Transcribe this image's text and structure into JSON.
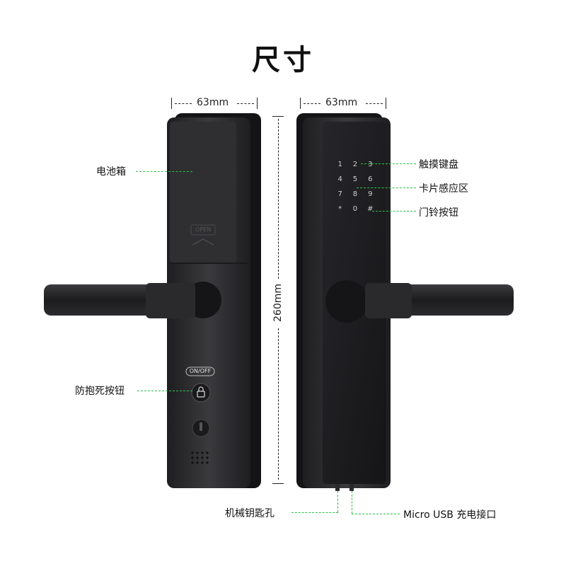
{
  "title": "尺寸",
  "dimensions": {
    "width_left": "63mm",
    "width_right": "63mm",
    "height": "260mm"
  },
  "labels": {
    "battery_box": "电池箱",
    "anti_hug_button": "防抱死按钮",
    "touch_keypad": "触摸键盘",
    "card_area": "卡片感应区",
    "doorbell_button": "门铃按钮",
    "mechanical_keyhole": "机械钥匙孔",
    "micro_usb": "Micro USB 充电接口"
  },
  "lock_text": {
    "on_off": "ON/OFF",
    "open": "OPEN"
  },
  "keypad": [
    "1",
    "2",
    "3",
    "4",
    "5",
    "6",
    "7",
    "8",
    "9",
    "*",
    "0",
    "#"
  ],
  "colors": {
    "lock_body": "#2b2b2d",
    "panel_glass": "#1c1c1f",
    "leader_line": "#2fbf4a"
  }
}
